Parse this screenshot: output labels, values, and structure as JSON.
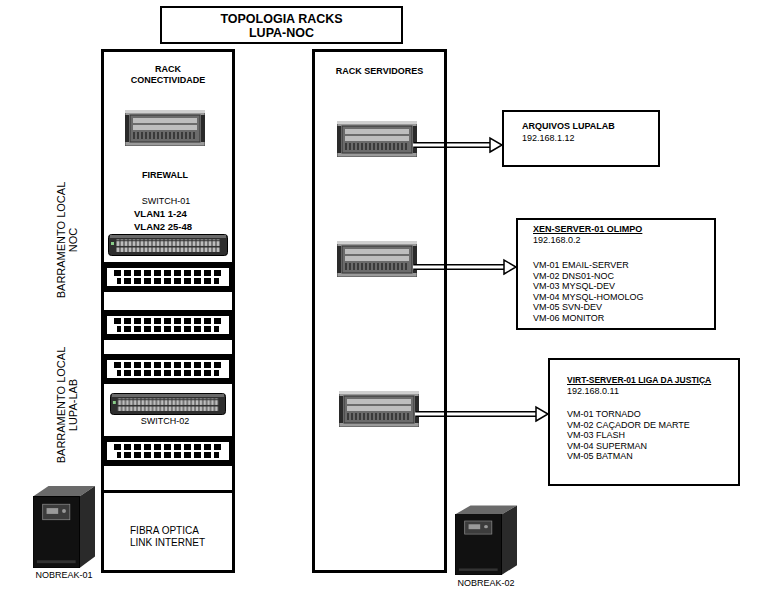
{
  "diagram": {
    "title": "TOPOLOGIA RACKS LUPA-NOC",
    "nodes": [
      {
        "text": [
          "RACK CONECTIVIDADE"
        ]
      },
      {
        "text": [
          "FIBRA OPTICA LINK INTERNET"
        ],
        "in": 0
      },
      {
        "text": [
          "RACK SERVIDORES"
        ]
      },
      {
        "text": [
          "ARQUIVOS LUPALAB",
          "192.168.1.12"
        ]
      },
      {
        "text": [
          "XEN-SERVER-01 OLIMPO",
          "192.168.0.2",
          "VM-01 EMAIL-SERVER",
          "VM-02 DNS01-NOC",
          "VM-03 MYSQL-DEV",
          "VM-04 MYSQL-HOMOLOG",
          "VM-05 SVN-DEV",
          "VM-06 MONITOR"
        ]
      },
      {
        "text": [
          "VIRT-SERVER-01 LIGA DA JUSTIÇA",
          "192.168.0.11",
          "VM-01 TORNADO",
          "VM-02 CAÇADOR DE MARTE",
          "VM-03 FLASH",
          "VM-04 SUPERMAN",
          "VM-05 BATMAN"
        ]
      }
    ],
    "edges": [
      {
        "from": 2,
        "to": 3,
        "arrow": "to"
      },
      {
        "from": 2,
        "to": 4,
        "arrow": "to"
      },
      {
        "from": 2,
        "to": 5,
        "arrow": "to"
      }
    ],
    "labels": [
      "FIREWALL",
      "SWITCH-01",
      "VLAN1 1-24",
      "VLAN2 25-48",
      "SWITCH-02",
      "BARRAMENTO LOCAL NOC",
      "BARRAMENTO LOCAL LUPA-LAB",
      "NOBREAK-01",
      "NOBREAK-02"
    ]
  }
}
